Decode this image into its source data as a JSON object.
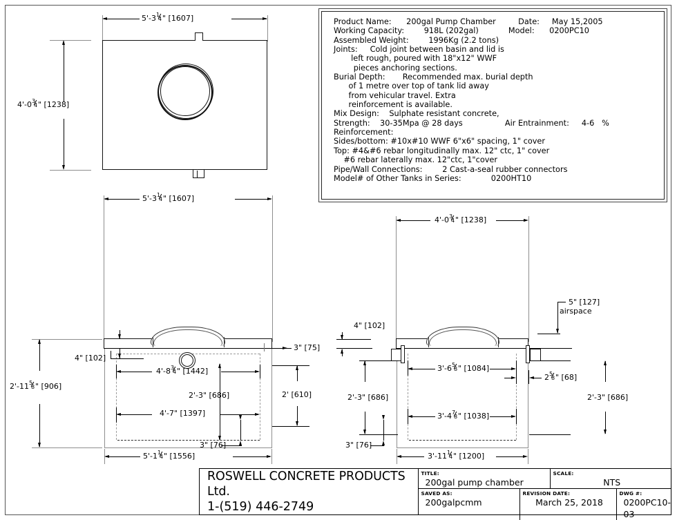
{
  "drawing": {
    "title": "200gal Pump Chamber — Roswell Concrete Products drawing 0200PC10-03"
  },
  "spec_box": {
    "lines": [
      "Product Name:      200gal Pump Chamber         Date:     May 15,2005",
      "Working Capacity:        918L (202gal)            Model:      0200PC10",
      "Assembled Weight:        1996Kg (2.2 tons)",
      "Joints:     Cold joint between basin and lid is",
      "       left rough, poured with 18\"x12\" WWF",
      "        pieces anchoring sections.",
      "Burial Depth:       Recommended max. burial depth",
      "      of 1 metre over top of tank lid away",
      "      from vehicular travel. Extra",
      "      reinforcement is available.",
      "Mix Design:    Sulphate resistant concrete,",
      "Strength:    30-35Mpa @ 28 days                 Air Entrainment:     4-6   %",
      "Reinforcement:",
      "Sides/bottom: #10x#10 WWF 6\"x6\" spacing, 1\" cover",
      "Top: #4&#6 rebar longitudinally max. 12\" ctc, 1\" cover",
      "    #6 rebar laterally max. 12\"ctc, 1\"cover",
      "Pipe/Wall Connections:        2 Cast-a-seal rubber connectors",
      "Model# of Other Tanks in Series:            0200HT10"
    ],
    "fields": {
      "product_name_label": "Product Name:",
      "product_name_value": "200gal Pump Chamber",
      "date_label": "Date:",
      "date_value": "May 15,2005",
      "working_capacity_label": "Working Capacity:",
      "working_capacity_value": "918L (202gal)",
      "model_label": "Model:",
      "model_value": "0200PC10",
      "assembled_weight_label": "Assembled Weight:",
      "assembled_weight_value": "1996Kg (2.2 tons)",
      "joints_label": "Joints:",
      "joints_value": "Cold joint between basin and lid is left rough, poured with 18\"x12\" WWF pieces anchoring sections.",
      "burial_depth_label": "Burial Depth:",
      "burial_depth_value": "Recommended max. burial depth of 1 metre over top of tank lid away from vehicular travel. Extra reinforcement is available.",
      "mix_design_label": "Mix Design:",
      "mix_design_value": "Sulphate resistant concrete,",
      "strength_label": "Strength:",
      "strength_value": "30-35Mpa @ 28 days",
      "air_entrainment_label": "Air Entrainment:",
      "air_entrainment_value": "4-6   %",
      "reinforcement_label": "Reinforcement:",
      "sides_bottom": "Sides/bottom: #10x#10 WWF 6\"x6\" spacing, 1\" cover",
      "top_rebar_1": "Top: #4&#6 rebar longitudinally max. 12\" ctc, 1\" cover",
      "top_rebar_2": "#6 rebar laterally max. 12\"ctc, 1\"cover",
      "pipe_wall_label": "Pipe/Wall Connections:",
      "pipe_wall_value": "2 Cast-a-seal rubber connectors",
      "other_models_label": "Model# of Other Tanks in Series:",
      "other_models_value": "0200HT10"
    }
  },
  "plan_view": {
    "dim_width_top": {
      "feet": "5'-3",
      "num": "1",
      "den": "4",
      "suffix": "\" [1607]"
    },
    "dim_height_left": {
      "feet": "4'-0",
      "num": "3",
      "den": "4",
      "suffix": "\" [1238]"
    }
  },
  "front_elevation": {
    "dim_top_width": {
      "feet": "5'-3",
      "num": "1",
      "den": "4",
      "suffix": "\" [1607]"
    },
    "dim_overall_height": {
      "feet": "2'-11",
      "num": "5",
      "den": "8",
      "suffix": "\" [906]"
    },
    "dim_lid_thickness": "4\" [102]",
    "dim_wall_right": "3\" [75]",
    "dim_inside_top": {
      "feet": "4'-8",
      "num": "3",
      "den": "4",
      "suffix": "\" [1442]"
    },
    "dim_inside_depth": "2'-3\" [686]",
    "dim_right_depth": "2' [610]",
    "dim_inside_bottom": {
      "feet": "4'-7",
      "num": "",
      "den": "",
      "suffix": "\" [1397]"
    },
    "dim_base_thickness": "3\" [76]",
    "dim_bottom_width": {
      "feet": "5'-1",
      "num": "1",
      "den": "4",
      "suffix": "\" [1556]"
    }
  },
  "side_elevation": {
    "dim_top_width": {
      "feet": "4'-0",
      "num": "3",
      "den": "4",
      "suffix": "\" [1238]"
    },
    "dim_lid_thickness": "4\" [102]",
    "dim_airspace": "5\" [127]",
    "dim_airspace_label2": "airspace",
    "dim_inside_top": {
      "feet": "3'-6",
      "num": "5",
      "den": "8",
      "suffix": "\" [1084]"
    },
    "dim_wall_thk": {
      "feet": "2",
      "num": "5",
      "den": "8",
      "suffix": "\" [68]"
    },
    "dim_depth_left": "2'-3\" [686]",
    "dim_depth_right": "2'-3\" [686]",
    "dim_inside_bottom": {
      "feet": "3'-4",
      "num": "7",
      "den": "8",
      "suffix": "\" [1038]"
    },
    "dim_base_thickness": "3\" [76]",
    "dim_bottom_width": {
      "feet": "3'-11",
      "num": "1",
      "den": "4",
      "suffix": "\" [1200]"
    }
  },
  "title_block": {
    "company_line1": "ROSWELL CONCRETE PRODUCTS Ltd.",
    "company_line2": "1-(519) 446-2749",
    "title_caption": "TITLE:",
    "title_value": "200gal  pump chamber",
    "scale_caption": "SCALE:",
    "scale_value": "NTS",
    "saved_as_caption": "SAVED AS:",
    "saved_as_value": "200galpcmm",
    "revision_caption": "REVISION DATE:",
    "revision_value": "March 25, 2018",
    "dwg_caption": "DWG #:",
    "dwg_value": "0200PC10-03"
  }
}
